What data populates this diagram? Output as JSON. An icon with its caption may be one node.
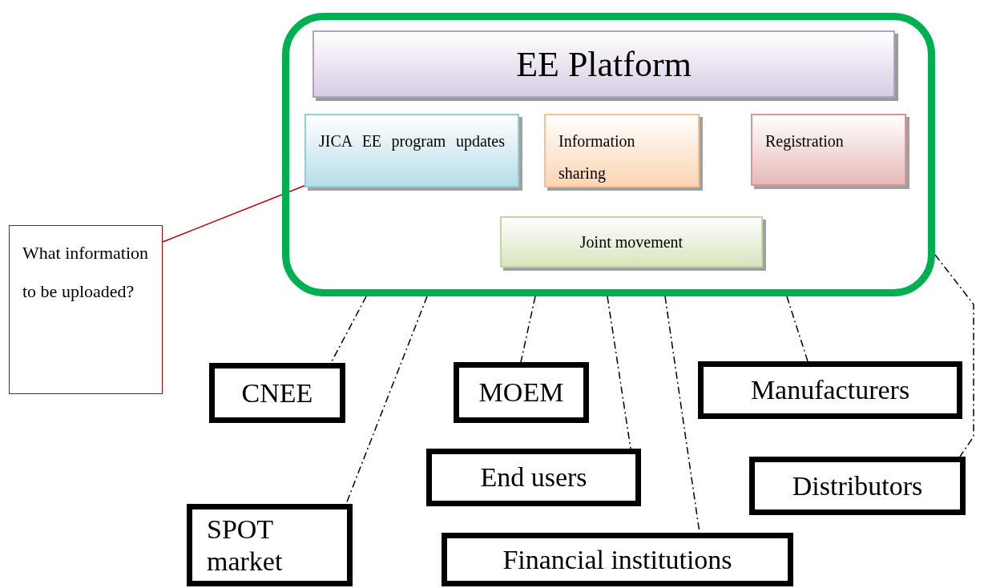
{
  "diagram": {
    "nodes": [
      {
        "text": [],
        "shape": "box"
      },
      {
        "text": [
          "EE Platform"
        ],
        "in": 0
      },
      {
        "text": [
          "JICA EE program updates"
        ],
        "in": 0
      },
      {
        "text": [
          "Information sharing"
        ],
        "in": 0
      },
      {
        "text": [
          "Registration"
        ],
        "in": 0
      },
      {
        "text": [
          "Joint movement"
        ],
        "in": 0
      },
      {
        "text": [
          "What information to be uploaded?"
        ]
      },
      {
        "text": [
          "CNEE"
        ]
      },
      {
        "text": [
          "MOEM"
        ]
      },
      {
        "text": [
          "Manufacturers"
        ]
      },
      {
        "text": [
          "End users"
        ]
      },
      {
        "text": [
          "Distributors"
        ]
      },
      {
        "text": [
          "SPOT market"
        ]
      },
      {
        "text": [
          "Financial institutions"
        ]
      }
    ],
    "edges": [
      {
        "from": 6,
        "to": 2,
        "arrow": "none",
        "color": "#c00000"
      },
      {
        "from": 0,
        "to": 7,
        "arrow": "none",
        "style": "dashed"
      },
      {
        "from": 0,
        "to": 12,
        "arrow": "none",
        "style": "dashed"
      },
      {
        "from": 0,
        "to": 8,
        "arrow": "none",
        "style": "dashed"
      },
      {
        "from": 0,
        "to": 10,
        "arrow": "none",
        "style": "dashed"
      },
      {
        "from": 0,
        "to": 13,
        "arrow": "none",
        "style": "dashed"
      },
      {
        "from": 0,
        "to": 9,
        "arrow": "none",
        "style": "dashed"
      },
      {
        "from": 0,
        "to": 11,
        "arrow": "none",
        "style": "dashed"
      }
    ]
  }
}
